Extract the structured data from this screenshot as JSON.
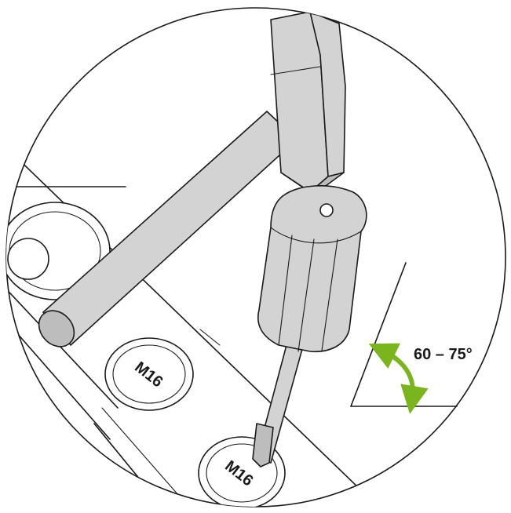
{
  "labels": {
    "angle": "60 – 75°",
    "fastener_left": "M16",
    "fastener_right": "M16"
  },
  "colors": {
    "angle_arrow": "#7ab51d",
    "tool_fill": "#d3d3d3",
    "outline": "#1a1a1a"
  }
}
